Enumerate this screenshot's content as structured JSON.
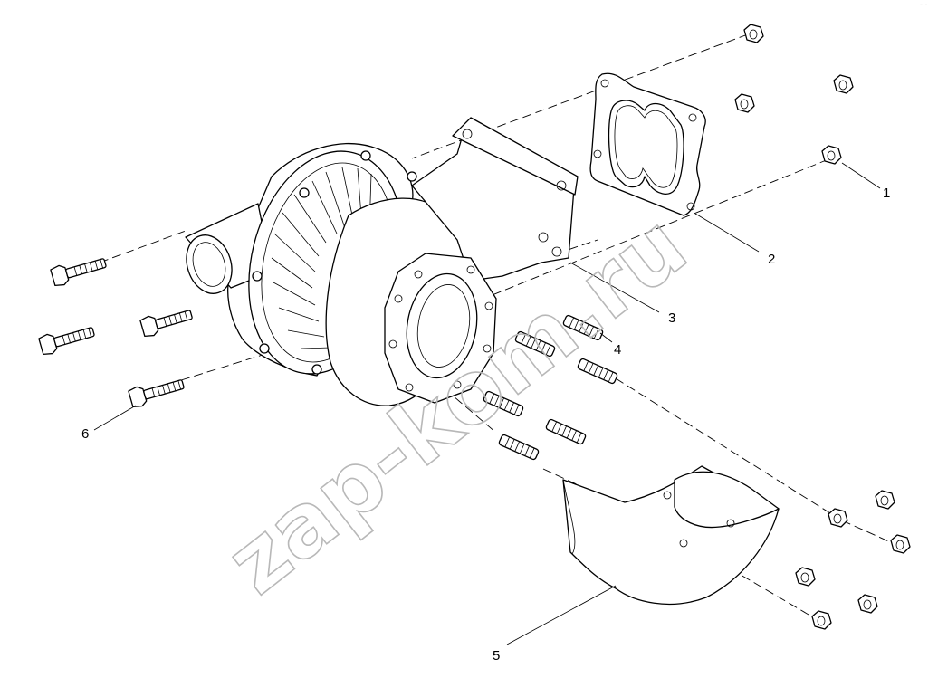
{
  "watermark": "zap-kom.ru",
  "corner_mark": "- -",
  "callouts": [
    {
      "label": "1"
    },
    {
      "label": "2"
    },
    {
      "label": "3"
    },
    {
      "label": "4"
    },
    {
      "label": "5"
    },
    {
      "label": "6"
    }
  ]
}
